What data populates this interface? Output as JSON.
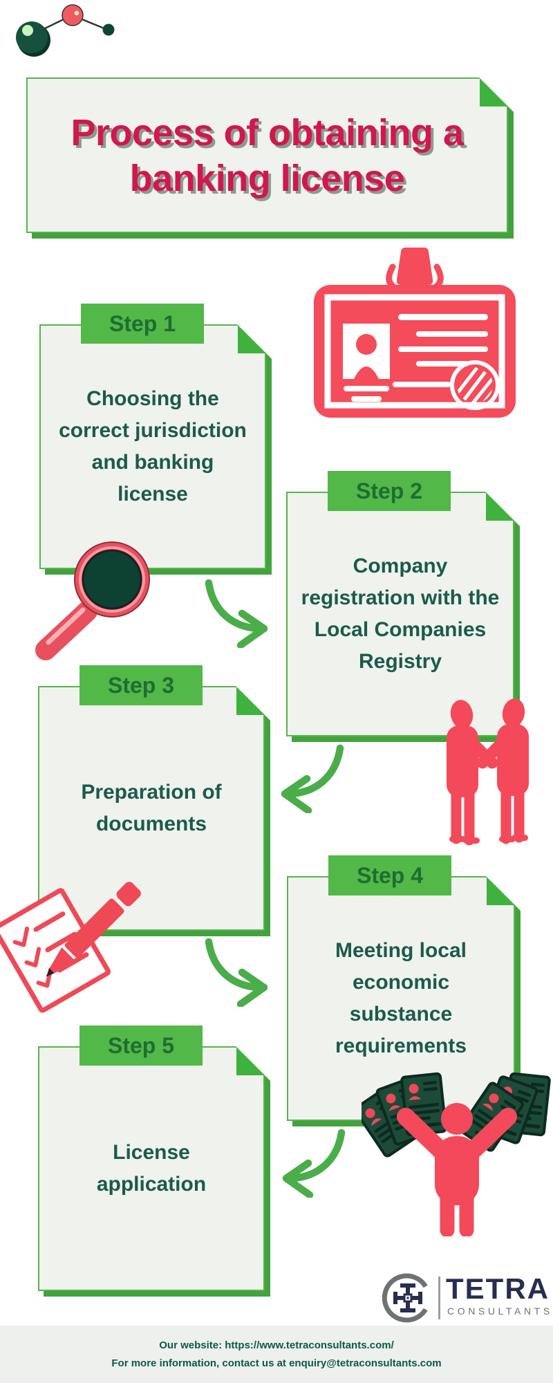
{
  "title": {
    "text": "Process of obtaining a banking license"
  },
  "steps": [
    {
      "label": "Step 1",
      "text": "Choosing the correct jurisdiction and banking license"
    },
    {
      "label": "Step 2",
      "text": "Company registration with the Local Companies Registry"
    },
    {
      "label": "Step 3",
      "text": "Preparation of documents"
    },
    {
      "label": "Step 4",
      "text": "Meeting local economic substance requirements"
    },
    {
      "label": "Step 5",
      "text": "License application"
    }
  ],
  "illustrations": [
    "molecule-decoration",
    "id-badge",
    "magnifying-glass",
    "handshake-people",
    "document-and-pen",
    "person-holding-documents"
  ],
  "arrows": [
    {
      "from": "Step 1",
      "to": "Step 2",
      "direction": "right"
    },
    {
      "from": "Step 2",
      "to": "Step 3",
      "direction": "left"
    },
    {
      "from": "Step 3",
      "to": "Step 4",
      "direction": "right"
    },
    {
      "from": "Step 4",
      "to": "Step 5",
      "direction": "left"
    }
  ],
  "logo": {
    "brand": "TETRA",
    "subbrand": "CONSULTANTS"
  },
  "footer": {
    "website_line": "Our website: https://www.tetraconsultants.com/",
    "contact_line": "For more information, contact us at enquiry@tetraconsultants.com"
  },
  "colors": {
    "accent_green": "#52b848",
    "border_green": "#58b44d",
    "shadow_green": "#42a33e",
    "dark_green_text": "#1a5b4a",
    "title_crimson": "#d3164c",
    "illustration_red": "#f4495a",
    "card_background": "#f0f2ee",
    "footer_background": "#edf0ec",
    "logo_navy": "#272e51",
    "logo_gray": "#6e7272"
  }
}
